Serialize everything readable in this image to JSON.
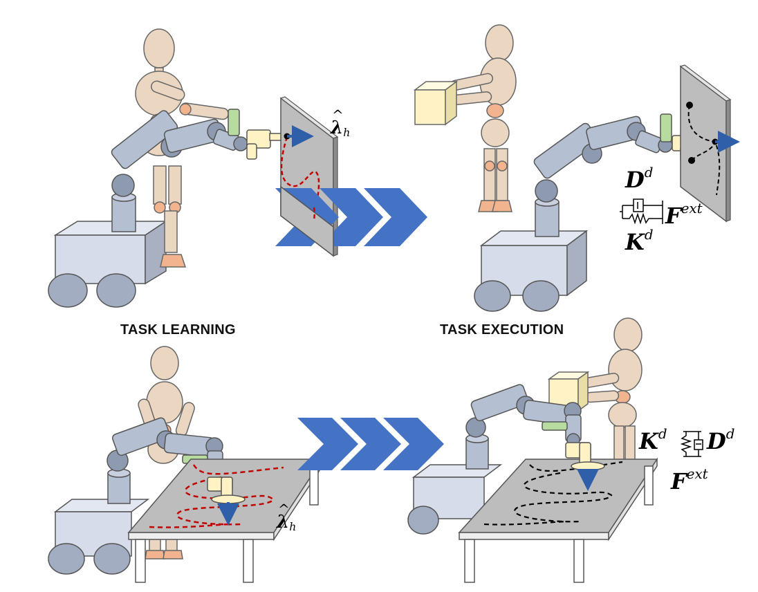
{
  "captions": {
    "learning": "TASK LEARNING",
    "execution": "TASK EXECUTION"
  },
  "math": {
    "lambda_symbol": "λ",
    "lambda_hat": "^",
    "lambda_subscript": "h",
    "stiffness_symbol": "K",
    "damping_symbol": "D",
    "force_symbol": "F",
    "desired_superscript": "d",
    "ext_superscript": "ext"
  },
  "colors": {
    "arrow_blue": "#4472C4",
    "robot_link": "#b4bfd2",
    "robot_joint": "#8e9ab0",
    "robot_base": "#d6dcea",
    "wheel": "#a3adc2",
    "mannequin": "#ead6c1",
    "mannequin_joint": "#f2b48f",
    "tool": "#fff2c4",
    "handle": "#b8dba0",
    "surface": "#bdbdbd",
    "learned_path": "#c00000",
    "executed_path": "#000000",
    "force_arrow": "#2e5fa8"
  }
}
